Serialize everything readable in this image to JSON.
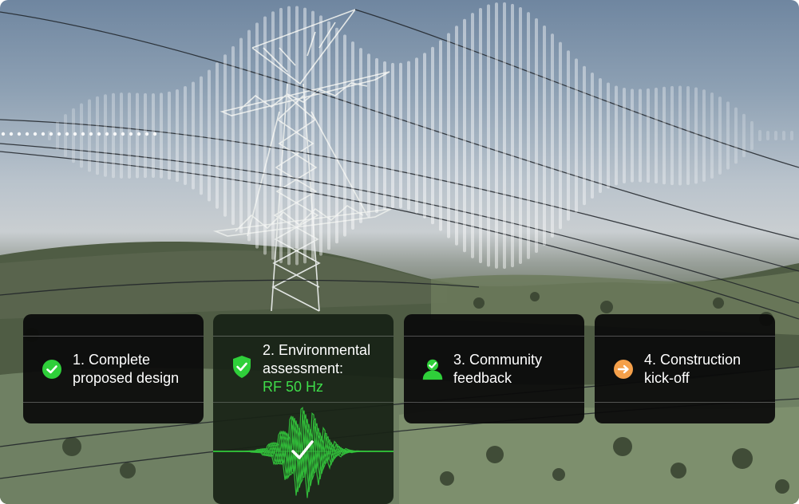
{
  "steps": [
    {
      "label": "1. Complete proposed design",
      "icon": "check-circle-icon",
      "status": "complete"
    },
    {
      "label": "2. Environmental assessment:",
      "accent_text": "RF 50 Hz",
      "icon": "shield-check-icon",
      "status": "complete"
    },
    {
      "label": "3. Community feedback",
      "icon": "person-check-icon",
      "status": "complete"
    },
    {
      "label": "4. Construction kick-off",
      "icon": "arrow-circle-icon",
      "status": "next"
    }
  ],
  "colors": {
    "complete": "#2fcf3a",
    "next": "#f5a04a",
    "card_bg": "#0a0a0a",
    "accent_text": "#3fdc4a"
  },
  "signal_panel": {
    "icon": "checkmark-icon",
    "wave_color": "#35d43f"
  }
}
